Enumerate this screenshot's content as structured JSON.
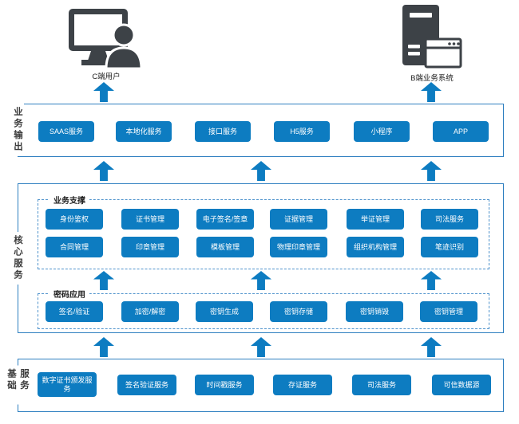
{
  "colors": {
    "box_fill": "#0d7cc1",
    "band_border": "#2e7fc0",
    "dashed_border": "#4f93cc",
    "arrow": "#0d7cc1",
    "icon": "#3d4247"
  },
  "endpoints": {
    "c_user": {
      "label": "C端用户",
      "icon": "desktop-user-icon"
    },
    "b_system": {
      "label": "B端业务系统",
      "icon": "server-window-icon"
    }
  },
  "output_band": {
    "label": "业务输出",
    "boxes": [
      "SAAS服务",
      "本地化服务",
      "接口服务",
      "H5服务",
      "小程序",
      "APP"
    ]
  },
  "core_band": {
    "label": "核心服务",
    "support_group": {
      "label": "业务支撑",
      "row1": [
        "身份鉴权",
        "证书管理",
        "电子签名/签章",
        "证据管理",
        "举证管理",
        "司法服务"
      ],
      "row2": [
        "合同管理",
        "印章管理",
        "模板管理",
        "物理印章管理",
        "组织机构管理",
        "笔迹识别"
      ]
    },
    "crypto_group": {
      "label": "密码应用",
      "row1": [
        "签名/验证",
        "加密/解密",
        "密钥生成",
        "密钥存储",
        "密钥销毁",
        "密钥管理"
      ]
    }
  },
  "base_band": {
    "label": "基础服务",
    "boxes": [
      "数字证书颁发服务",
      "签名验证服务",
      "时间戳服务",
      "存证服务",
      "司法服务",
      "可信数据源"
    ]
  }
}
